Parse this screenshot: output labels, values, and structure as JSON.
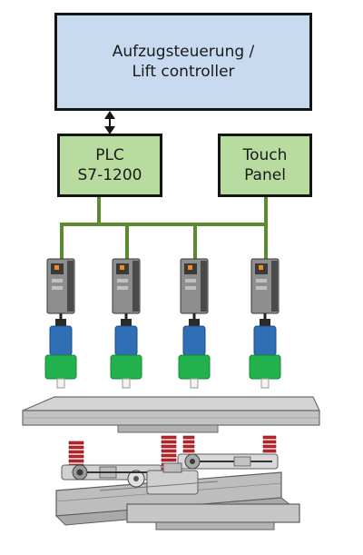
{
  "diagram": {
    "lift_controller": {
      "line1": "Aufzugsteuerung /",
      "line2": "Lift controller"
    },
    "plc": {
      "line1": "PLC",
      "line2": "S7-1200"
    },
    "touch_panel": {
      "line1": "Touch",
      "line2": "Panel"
    },
    "drive_count": 4,
    "colors": {
      "controller_fill": "#c7daf0",
      "plc_fill": "#b8dca0",
      "bus_line": "#5b8a2f",
      "motor_blue": "#2f6fb5",
      "gearbox_green": "#22b14c",
      "spring_red": "#c0262b",
      "platform_gray": "#c8c8c8"
    }
  }
}
